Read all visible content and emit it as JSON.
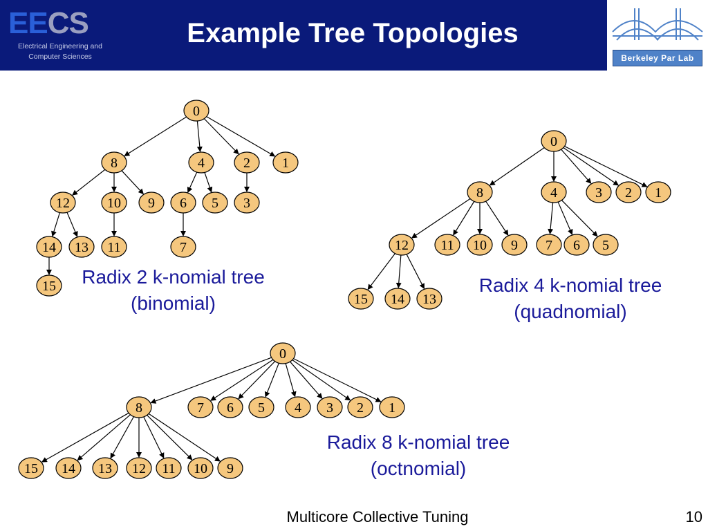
{
  "header": {
    "title": "Example Tree Topologies",
    "eecs_logo": {
      "ee": "EE",
      "cs": "CS",
      "line1": "Electrical Engineering and",
      "line2": "Computer Sciences"
    },
    "lab_label": "Berkeley Par Lab"
  },
  "colors": {
    "header_bg": "#0a1a7a",
    "node_fill": "#f5c77e",
    "caption_text": "#1a1a9a",
    "lab_box": "#4f82c8"
  },
  "trees": [
    {
      "caption_line1": "Radix 2 k-nomial tree",
      "caption_line2": "(binomial)",
      "edges": [
        [
          0,
          8
        ],
        [
          0,
          4
        ],
        [
          0,
          2
        ],
        [
          0,
          1
        ],
        [
          8,
          12
        ],
        [
          8,
          10
        ],
        [
          8,
          9
        ],
        [
          4,
          6
        ],
        [
          4,
          5
        ],
        [
          2,
          3
        ],
        [
          12,
          14
        ],
        [
          12,
          13
        ],
        [
          10,
          11
        ],
        [
          6,
          7
        ],
        [
          14,
          15
        ]
      ]
    },
    {
      "caption_line1": "Radix 4 k-nomial tree",
      "caption_line2": "(quadnomial)",
      "edges": [
        [
          0,
          8
        ],
        [
          0,
          4
        ],
        [
          0,
          3
        ],
        [
          0,
          2
        ],
        [
          0,
          1
        ],
        [
          8,
          12
        ],
        [
          8,
          11
        ],
        [
          8,
          10
        ],
        [
          8,
          9
        ],
        [
          4,
          7
        ],
        [
          4,
          6
        ],
        [
          4,
          5
        ],
        [
          12,
          15
        ],
        [
          12,
          14
        ],
        [
          12,
          13
        ]
      ]
    },
    {
      "caption_line1": "Radix 8 k-nomial tree",
      "caption_line2": "(octnomial)",
      "edges": [
        [
          0,
          8
        ],
        [
          0,
          7
        ],
        [
          0,
          6
        ],
        [
          0,
          5
        ],
        [
          0,
          4
        ],
        [
          0,
          3
        ],
        [
          0,
          2
        ],
        [
          0,
          1
        ],
        [
          8,
          15
        ],
        [
          8,
          14
        ],
        [
          8,
          13
        ],
        [
          8,
          12
        ],
        [
          8,
          11
        ],
        [
          8,
          10
        ],
        [
          8,
          9
        ]
      ]
    }
  ],
  "footer": {
    "title": "Multicore Collective Tuning",
    "page": "10"
  }
}
